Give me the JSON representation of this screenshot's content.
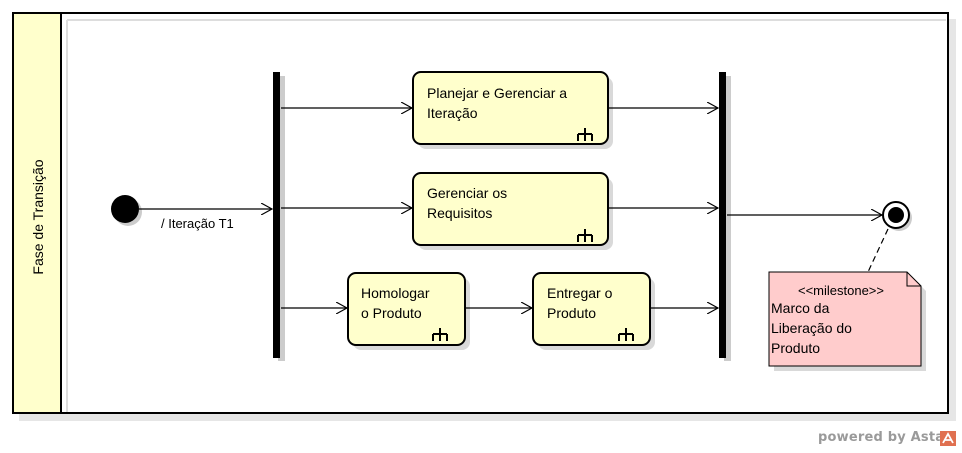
{
  "swimlane": {
    "label": "Fase de Transição"
  },
  "initial": {
    "edge_label": "/ Iteração T1"
  },
  "actions": [
    {
      "id": "planejar",
      "lines": [
        "Planejar e Gerenciar a",
        "Iteração"
      ]
    },
    {
      "id": "requisitos",
      "lines": [
        "Gerenciar os",
        "Requisitos"
      ]
    },
    {
      "id": "homologar",
      "lines": [
        "Homologar",
        "o Produto"
      ]
    },
    {
      "id": "entregar",
      "lines": [
        "Entregar o",
        "Produto"
      ]
    }
  ],
  "note": {
    "stereotype": "<<milestone>>",
    "lines": [
      "Marco da",
      "Liberação do",
      "Produto"
    ]
  },
  "watermark": {
    "text": "powered by Astah"
  },
  "colors": {
    "lane_header": "#ffffcc",
    "action_fill": "#ffffcc",
    "note_fill": "#ffcccc",
    "stroke": "#000000",
    "shadow": "#d9d9d9"
  }
}
